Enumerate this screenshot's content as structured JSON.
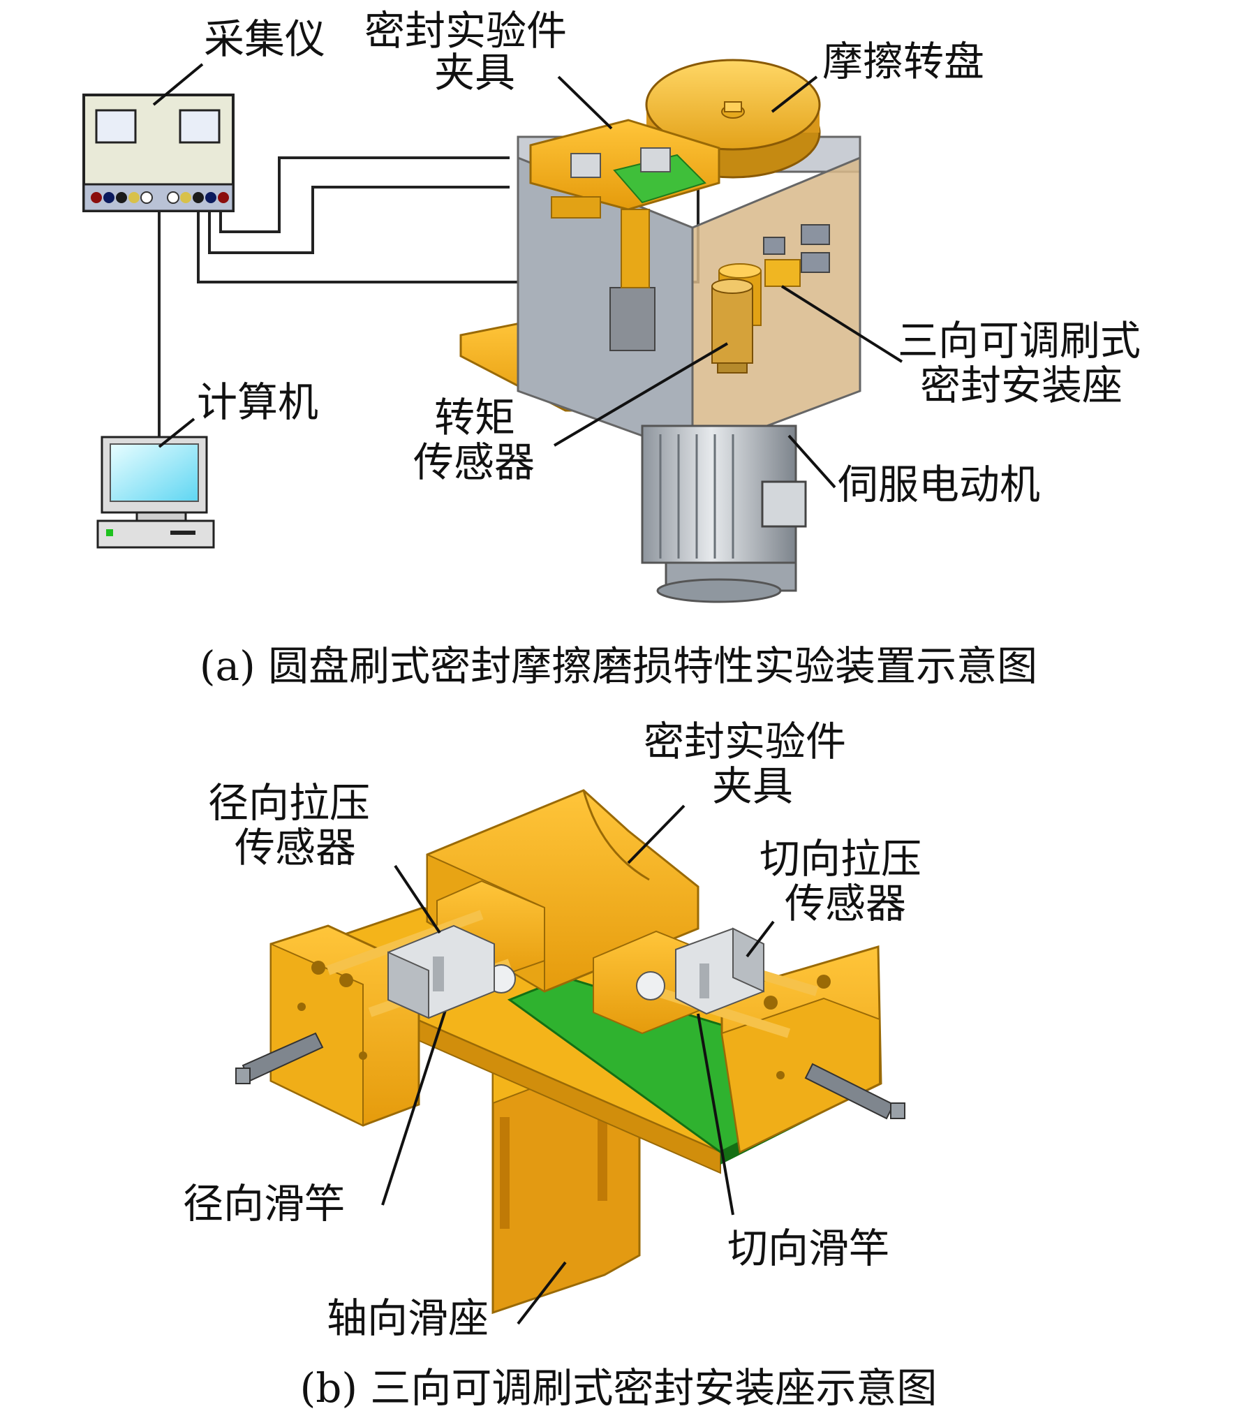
{
  "panel_a": {
    "labels": {
      "collector": "采集仪",
      "fixture_line1": "密封实验件",
      "fixture_line2": "夹具",
      "friction_disk": "摩擦转盘",
      "computer": "计算机",
      "mount_line1": "三向可调刷式",
      "mount_line2": "密封安装座",
      "torque_line1": "转矩",
      "torque_line2": "传感器",
      "servo_motor": "伺服电动机"
    },
    "caption": "(a) 圆盘刷式密封摩擦磨损特性实验装置示意图"
  },
  "panel_b": {
    "labels": {
      "fixture_line1": "密封实验件",
      "fixture_line2": "夹具",
      "radial_sensor_line1": "径向拉压",
      "radial_sensor_line2": "传感器",
      "tangential_sensor_line1": "切向拉压",
      "tangential_sensor_line2": "传感器",
      "radial_rod": "径向滑竿",
      "tangential_rod": "切向滑竿",
      "axial_slide": "轴向滑座"
    },
    "caption": "(b) 三向可调刷式密封安装座示意图"
  },
  "colors": {
    "part_yellow": "#f4b41a",
    "part_dark_yellow": "#c98a0a",
    "plate_green": "#3fbf3a",
    "frame_gray": "#9aa3ad",
    "motor_gray": "#b9bfc6",
    "monitor_cyan": "#a8eefc"
  }
}
